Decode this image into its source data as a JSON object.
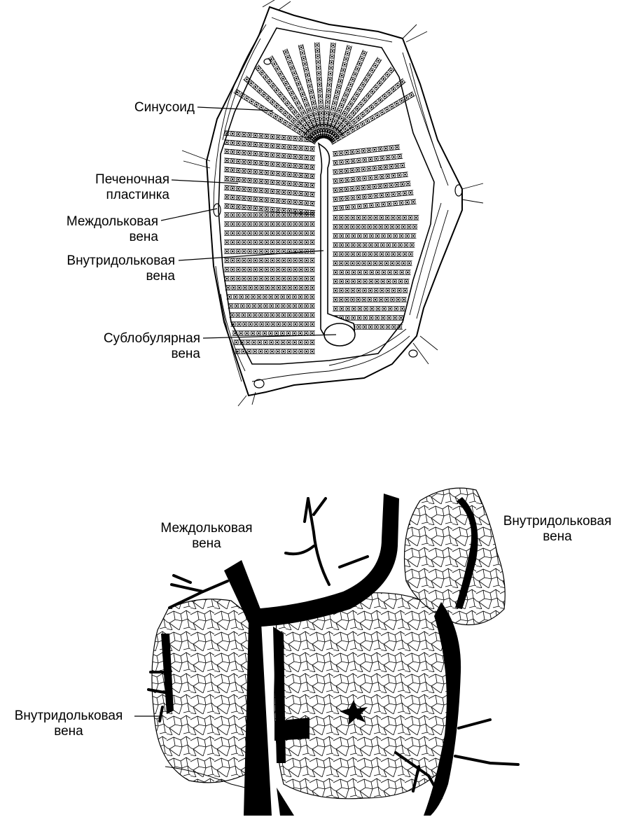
{
  "top_figure": {
    "labels": {
      "sinusoid": "Синусоид",
      "hepatic_plate_1": "Печеночная",
      "hepatic_plate_2": "пластинка",
      "interlobular_vein_1": "Междольковая",
      "interlobular_vein_2": "вена",
      "intralobular_vein_1": "Внутридольковая",
      "intralobular_vein_2": "вена",
      "sublobular_vein_1": "Сублобулярная",
      "sublobular_vein_2": "вена"
    }
  },
  "bottom_figure": {
    "labels": {
      "interlobular_vein_1": "Междольковая",
      "interlobular_vein_2": "вена",
      "intralobular_vein_right_1": "Внутридольковая",
      "intralobular_vein_right_2": "вена",
      "intralobular_vein_left_1": "Внутридольковая",
      "intralobular_vein_left_2": "вена"
    }
  }
}
